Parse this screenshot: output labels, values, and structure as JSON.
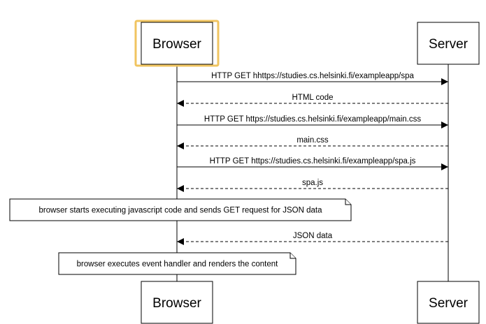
{
  "diagram": {
    "type": "sequence",
    "participants": [
      {
        "id": "browser",
        "label": "Browser",
        "highlighted": true
      },
      {
        "id": "server",
        "label": "Server",
        "highlighted": false
      }
    ],
    "steps": [
      {
        "kind": "message",
        "from": "browser",
        "to": "server",
        "style": "solid",
        "text": "HTTP GET hhttps://studies.cs.helsinki.fi/exampleapp/spa"
      },
      {
        "kind": "message",
        "from": "server",
        "to": "browser",
        "style": "dashed",
        "text": "HTML code"
      },
      {
        "kind": "message",
        "from": "browser",
        "to": "server",
        "style": "solid",
        "text": "HTTP GET https://studies.cs.helsinki.fi/exampleapp/main.css"
      },
      {
        "kind": "message",
        "from": "server",
        "to": "browser",
        "style": "dashed",
        "text": "main.css"
      },
      {
        "kind": "message",
        "from": "browser",
        "to": "server",
        "style": "solid",
        "text": "HTTP GET https://studies.cs.helsinki.fi/exampleapp/spa.js"
      },
      {
        "kind": "message",
        "from": "server",
        "to": "browser",
        "style": "dashed",
        "text": "spa.js"
      },
      {
        "kind": "note",
        "over": "browser",
        "text": "browser starts executing javascript code and sends GET request for JSON data"
      },
      {
        "kind": "message",
        "from": "server",
        "to": "browser",
        "style": "dashed",
        "text": "JSON data"
      },
      {
        "kind": "note",
        "over": "browser",
        "text": "browser executes event handler and renders the content"
      }
    ],
    "colors": {
      "highlight": "#f0c460",
      "line": "#000000",
      "background": "#ffffff"
    }
  }
}
